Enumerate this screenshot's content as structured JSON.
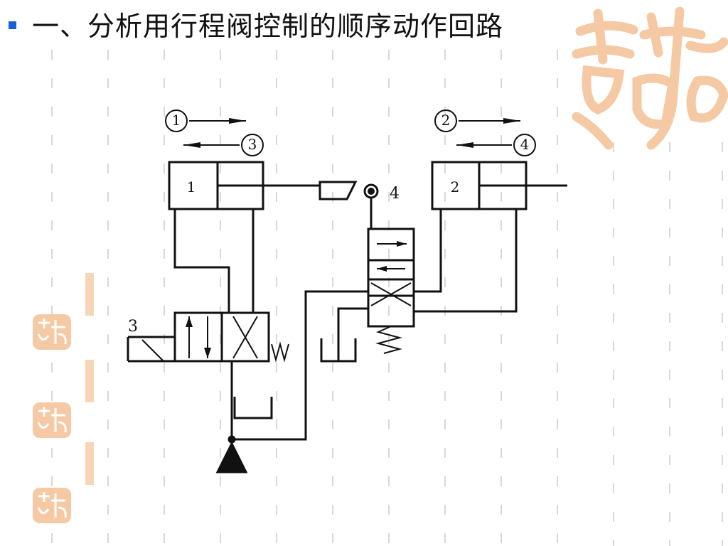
{
  "slide": {
    "bullet_color": "#1a5fd6",
    "title": "一、分析用行程阀控制的顺序动作回路"
  },
  "watermark": {
    "text": "吉祥如意",
    "color": "#f4c9a3"
  },
  "diagram": {
    "cylinder_1_label": "1",
    "cylinder_2_label": "2",
    "valve_3_label": "3",
    "roller_valve_4_label": "4",
    "step_1": "1",
    "step_2": "2",
    "step_3": "3",
    "step_4": "4"
  }
}
